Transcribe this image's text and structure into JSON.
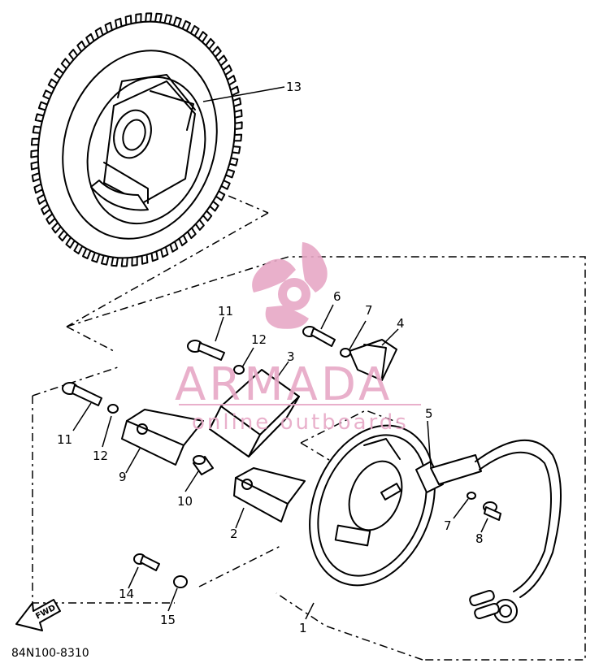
{
  "diagram": {
    "part_code": "84N100-8310",
    "fwd_label": "FWD",
    "callouts": [
      "1",
      "2",
      "3",
      "4",
      "5",
      "6",
      "7",
      "7",
      "8",
      "9",
      "10",
      "11",
      "11",
      "12",
      "12",
      "13",
      "14",
      "15"
    ]
  },
  "watermark": {
    "brand": "ARMADA",
    "tagline": "online outboards",
    "color": "#e7a8c6"
  },
  "colors": {
    "line": "#000000",
    "background": "#ffffff"
  }
}
